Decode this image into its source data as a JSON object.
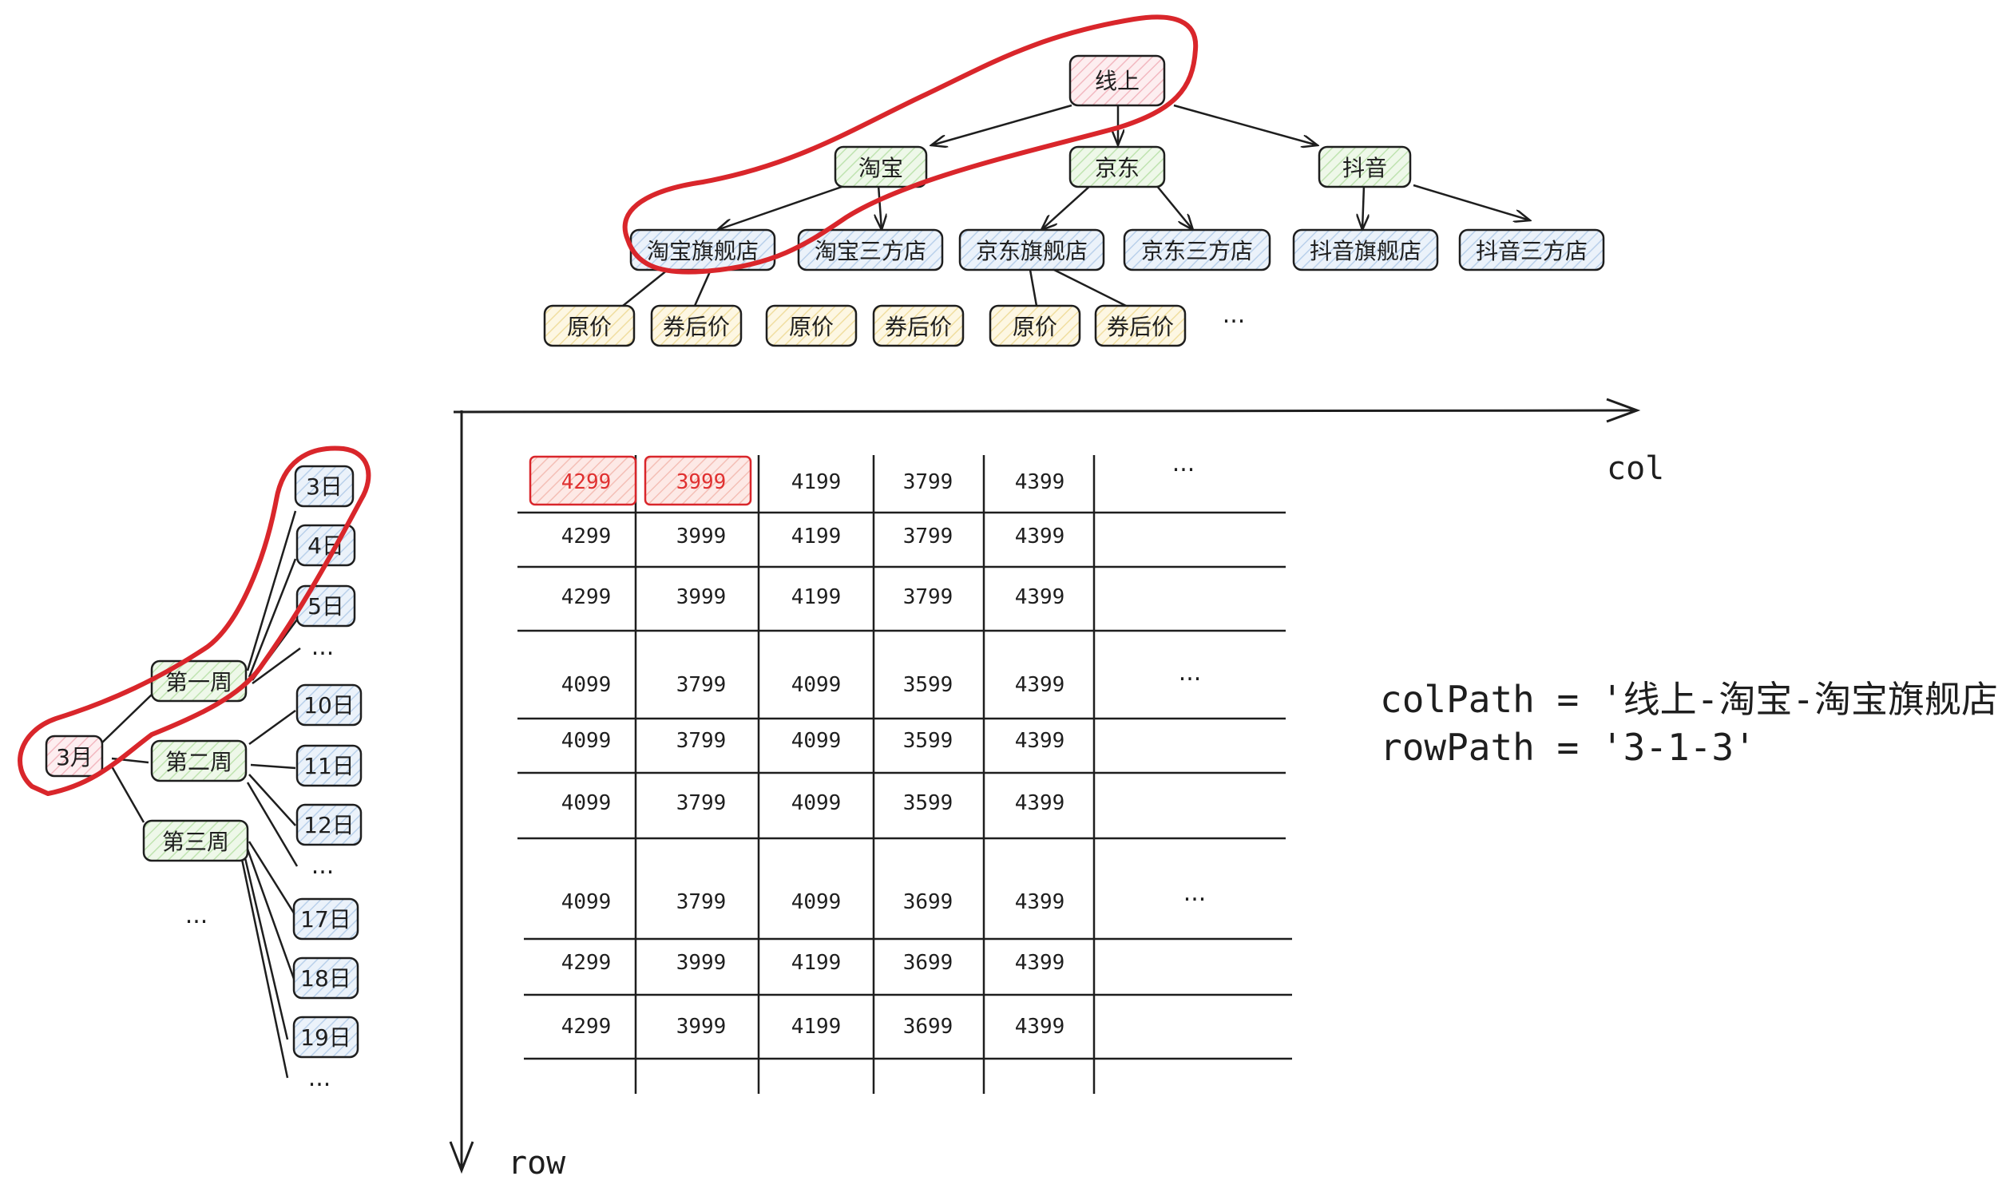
{
  "colors": {
    "ink": "#1e1e1e",
    "highlight": "#d9262b",
    "pink": "#fbe3e6",
    "green": "#e4f4dc",
    "blue": "#dde9f5",
    "yellow": "#fbf1d0"
  },
  "col_tree": {
    "root": "线上",
    "channels": [
      "淘宝",
      "京东",
      "抖音"
    ],
    "stores": [
      "淘宝旗舰店",
      "淘宝三方店",
      "京东旗舰店",
      "京东三方店",
      "抖音旗舰店",
      "抖音三方店"
    ],
    "prices": [
      "原价",
      "券后价",
      "原价",
      "券后价",
      "原价",
      "券后价"
    ],
    "more": "..."
  },
  "row_tree": {
    "month": "3月",
    "weeks": [
      "第一周",
      "第二周",
      "第三周"
    ],
    "days": [
      "3日",
      "4日",
      "5日",
      "10日",
      "11日",
      "12日",
      "17日",
      "18日",
      "19日"
    ],
    "more": "..."
  },
  "axes": {
    "col": "col",
    "row": "row"
  },
  "grid": {
    "rows": [
      [
        "4299",
        "3999",
        "4199",
        "3799",
        "4399"
      ],
      [
        "4299",
        "3999",
        "4199",
        "3799",
        "4399"
      ],
      [
        "4299",
        "3999",
        "4199",
        "3799",
        "4399"
      ],
      [
        "4099",
        "3799",
        "4099",
        "3599",
        "4399"
      ],
      [
        "4099",
        "3799",
        "4099",
        "3599",
        "4399"
      ],
      [
        "4099",
        "3799",
        "4099",
        "3599",
        "4399"
      ],
      [
        "4099",
        "3799",
        "4099",
        "3699",
        "4399"
      ],
      [
        "4299",
        "3999",
        "4199",
        "3699",
        "4399"
      ],
      [
        "4299",
        "3999",
        "4199",
        "3699",
        "4399"
      ]
    ],
    "more": "..."
  },
  "paths": {
    "col_path": "colPath = '线上-淘宝-淘宝旗舰店'",
    "row_path": "rowPath = '3-1-3'"
  }
}
